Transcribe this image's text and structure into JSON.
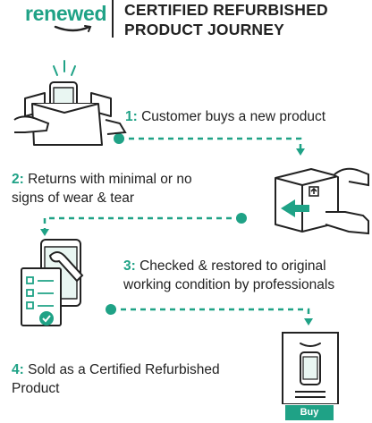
{
  "brand": {
    "logo_text": "renewed"
  },
  "header": {
    "line1": "CERTIFIED REFURBISHED",
    "line2": "PRODUCT JOURNEY"
  },
  "steps": [
    {
      "number": "1:",
      "text": "Customer buys a new product",
      "icon": "box-with-phone-icon"
    },
    {
      "number": "2:",
      "text_line1": "Returns with minimal or no",
      "text_line2": "signs of wear & tear",
      "icon": "return-box-icon"
    },
    {
      "number": "3:",
      "text_line1": "Checked & restored to original",
      "text_line2": "working condition by professionals",
      "icon": "inspection-checklist-icon"
    },
    {
      "number": "4:",
      "text_line1": "Sold as a Certified Refurbished",
      "text_line2": "Product",
      "icon": "phone-listing-icon"
    }
  ],
  "buy_button": {
    "label": "Buy"
  },
  "colors": {
    "accent": "#1fa286",
    "text": "#222222",
    "background": "#ffffff"
  }
}
